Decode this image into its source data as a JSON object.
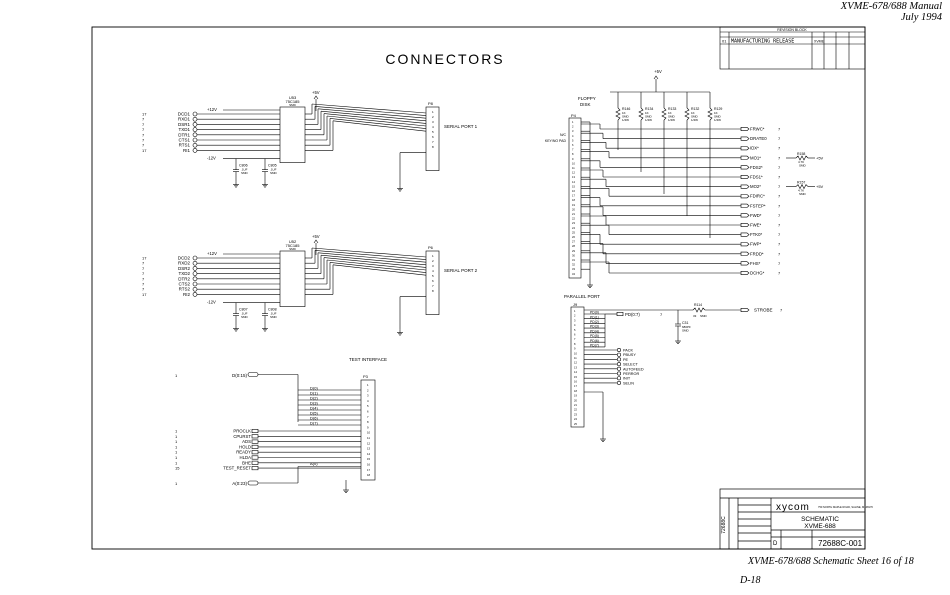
{
  "header": {
    "title": "XVME-678/688 Manual",
    "date": "July 1994"
  },
  "footer": {
    "caption": "XVME-678/688 Schematic Sheet 16 of 18",
    "page": "D-18"
  },
  "sheet_title": "CONNECTORS",
  "revision_block": {
    "title": "REVISION BLOCK",
    "rev": "01",
    "description": "MANUFACTURING RELEASE",
    "ecn": "XVME"
  },
  "serial1": {
    "chip_ref": "U53",
    "chip_part": "75C185",
    "chip_pkg": "SMD",
    "signals": [
      "DCD1",
      "RXD1",
      "DSR1",
      "TXD1",
      "DTR1",
      "CTS1",
      "RTS1",
      "RI1"
    ],
    "sheet_refs": [
      "17",
      "7",
      "7",
      "7",
      "7",
      "7",
      "7",
      "17"
    ],
    "connector": "P8",
    "port_label": "SERIAL PORT 1",
    "pos_supply": "+12V",
    "neg_supply": "-12V",
    "vcc": "+5V",
    "caps": [
      {
        "ref": "C806",
        "val": ".1UF",
        "pkg": "SMD"
      },
      {
        "ref": "C805",
        "val": ".1UF",
        "pkg": "SMD"
      }
    ]
  },
  "serial2": {
    "chip_ref": "U52",
    "chip_part": "75C185",
    "chip_pkg": "SMD",
    "signals": [
      "DCD2",
      "RXD2",
      "DSR2",
      "TXD2",
      "DTR2",
      "CTS2",
      "RTS2",
      "RI2"
    ],
    "sheet_refs": [
      "17",
      "7",
      "7",
      "7",
      "7",
      "7",
      "7",
      "17"
    ],
    "connector": "P6",
    "port_label": "SERIAL PORT 2",
    "pos_supply": "+12V",
    "neg_supply": "-12V",
    "vcc": "+5V",
    "caps": [
      {
        "ref": "C807",
        "val": ".1UF",
        "pkg": "SMD"
      },
      {
        "ref": "C808",
        "val": ".1UF",
        "pkg": "SMD"
      }
    ]
  },
  "test_interface": {
    "title": "TEST INTERFACE",
    "connector": "P3",
    "data_bus": {
      "label": "D(0:15)",
      "ref": "1",
      "bits": [
        "D(0)",
        "D(1)",
        "D(2)",
        "D(3)",
        "D(4)",
        "D(5)",
        "D(6)",
        "D(7)"
      ]
    },
    "signals": [
      "PROCLK",
      "CPURST",
      "ADS",
      "HOLD",
      "READY",
      "HLDA",
      "BHE",
      "TEST_RESET"
    ],
    "signal_refs": [
      "1",
      "1",
      "1",
      "1",
      "1",
      "1",
      "1",
      "15"
    ],
    "addr_tap": "A(0)",
    "addr_bus": {
      "label": "A(0:23)",
      "ref": "1"
    }
  },
  "floppy": {
    "title": "FLOPPY",
    "subtitle": "DISK",
    "connector": "P4",
    "key_label": "KEY/NO PAD",
    "nc_label": "N/C",
    "vcc": "+5V",
    "resistors": [
      {
        "ref": "R146",
        "val": "1K",
        "pkg": "SMD",
        "pwr": "1/4W"
      },
      {
        "ref": "R134",
        "val": "1K",
        "pkg": "SMD",
        "pwr": "1/4W"
      },
      {
        "ref": "R133",
        "val": "1K",
        "pkg": "SMD",
        "pwr": "1/4W"
      },
      {
        "ref": "R132",
        "val": "1K",
        "pkg": "SMD",
        "pwr": "1/4W"
      },
      {
        "ref": "R129",
        "val": "1K",
        "pkg": "SMD",
        "pwr": "1/4W"
      }
    ],
    "signals": [
      "FRWC*",
      "DRATE0",
      "IDX*",
      "MO1*",
      "FDS2*",
      "FDS1*",
      "MO2*",
      "FDIRC*",
      "FSTEP*",
      "FWD*",
      "FWE*",
      "FTK0*",
      "FWP*",
      "FRDD*",
      "FHS*",
      "DCHG*"
    ],
    "signal_ref": "7",
    "pull_resistors": [
      {
        "ref": "R158",
        "val": "4.7K",
        "pkg": "SMD",
        "supply": "+5V"
      },
      {
        "ref": "R157",
        "val": "4.7K",
        "pkg": "SMD",
        "supply": "+5V"
      }
    ]
  },
  "parallel": {
    "title": "PARALLEL PORT",
    "connector": "J9",
    "data_bus": "PD(0:7)",
    "data_ref": "7",
    "data_bits": [
      "PD(0)",
      "PD(1)",
      "PD(2)",
      "PD(3)",
      "PD(4)",
      "PD(5)",
      "PD(6)",
      "PD(7)"
    ],
    "strobe": {
      "label": "STROBE",
      "ref": "7",
      "res_ref": "R114",
      "res_val": "33",
      "res_pkg": "SMD"
    },
    "cap": {
      "ref": "C31",
      "val": "680PF",
      "pkg": "SMD"
    },
    "status": [
      "PACK",
      "PBUSY",
      "PE",
      "SELECT",
      "AUTOFEED",
      "PERROR",
      "INIT",
      "SELIN"
    ]
  },
  "title_block": {
    "company": "xycom",
    "address": "750 NORTH MAPLE ROAD, SALINE, MI 48176",
    "title_line1": "SCHEMATIC",
    "title_line2": "XVME-688",
    "size": "D",
    "dwg_no": "72688C-001",
    "vertical": "72688C"
  }
}
